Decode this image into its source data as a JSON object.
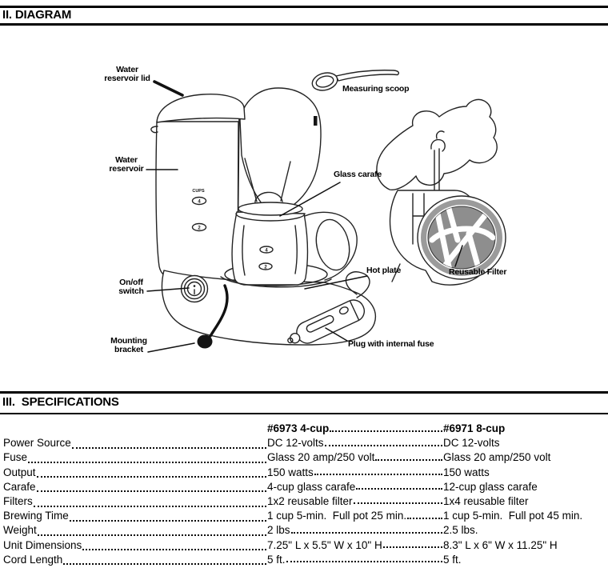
{
  "sections": {
    "diagram_title": "II. DIAGRAM",
    "specifications_title": "III.  SPECIFICATIONS"
  },
  "diagram": {
    "labels": {
      "water_reservoir_lid": "Water reservoir lid",
      "water_reservoir": "Water reservoir",
      "measuring_scoop": "Measuring scoop",
      "glass_carafe": "Glass carafe",
      "hot_plate": "Hot plate",
      "on_off_switch": "On/off switch",
      "mounting_bracket": "Mounting bracket",
      "plug_with_internal_fuse": "Plug with internal fuse",
      "reusable_filter": "Reusable Filter"
    },
    "markings": {
      "cups": "CUPS",
      "cup4": "4",
      "cup2": "2"
    },
    "colors": {
      "line": "#232323",
      "filter_ring": "#9b9b9b",
      "filter_mesh": "#8e8e8e"
    }
  },
  "specs": {
    "header": {
      "col1": "#6973 4-cup",
      "col2": "#6971 8-cup"
    },
    "rows": [
      {
        "label": "Power Source",
        "col1": "DC 12-volts",
        "col2": "DC 12-volts"
      },
      {
        "label": "Fuse",
        "col1": "Glass 20 amp/250 volt",
        "col2": "Glass 20 amp/250 volt"
      },
      {
        "label": "Output",
        "col1": "150 watts",
        "col2": "150 watts"
      },
      {
        "label": "Carafe",
        "col1": "4-cup glass carafe",
        "col2": "12-cup glass carafe"
      },
      {
        "label": "Filters",
        "col1": "1x2 reusable filter",
        "col2": "1x4 reusable filter"
      },
      {
        "label": "Brewing Time",
        "col1": "1 cup 5-min.  Full pot 25 min.",
        "col2": "1 cup 5-min.  Full pot 45 min."
      },
      {
        "label": "Weight",
        "col1": "2 lbs",
        "col2": "2.5 lbs."
      },
      {
        "label": "Unit Dimensions",
        "col1": "7.25\" L x 5.5\" W x 10\" H",
        "col2": "8.3\" L x 6\" W x 11.25\" H"
      },
      {
        "label": "Cord Length",
        "col1": "5 ft.",
        "col2": "5 ft."
      }
    ]
  }
}
